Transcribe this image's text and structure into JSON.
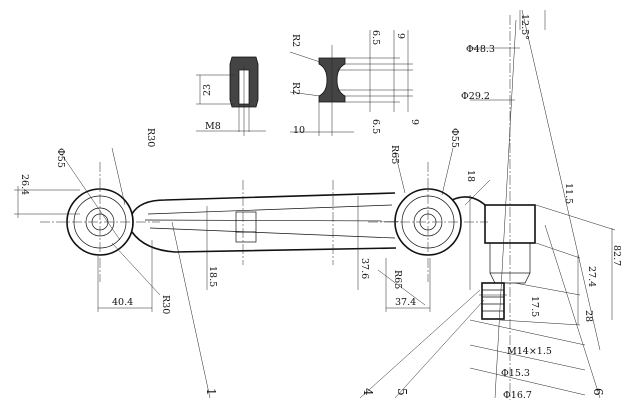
{
  "dimensions": {
    "m8": "M8",
    "d23": "23",
    "r2_top": "R2",
    "r2_bottom": "R2",
    "d6_5_top": "6.5",
    "d6_5_bottom": "6.5",
    "d9_top": "9",
    "d9_bottom": "9",
    "d10": "10",
    "angle": "12.5°",
    "phi48_3": "Φ48.3",
    "phi29_2": "Φ29.2",
    "phi55_left": "Φ55",
    "phi55_right": "Φ55",
    "r30_top": "R30",
    "r30_bottom": "R30",
    "r65_top": "R65",
    "r65_bottom": "R65",
    "d26_4": "26.4",
    "d40_4": "40.4",
    "d18_5": "18.5",
    "d37_6": "37.6",
    "d37_4": "37.4",
    "d18": "18",
    "d11_5": "11.5",
    "d82_7": "82.7",
    "d27_4": "27.4",
    "d28": "28",
    "d17_5": "17.5",
    "m14": "M14×1.5",
    "phi15_3": "Φ15.3",
    "phi16_7": "Φ16.7"
  },
  "part_refs": [
    "1",
    "4",
    "5",
    "6"
  ]
}
